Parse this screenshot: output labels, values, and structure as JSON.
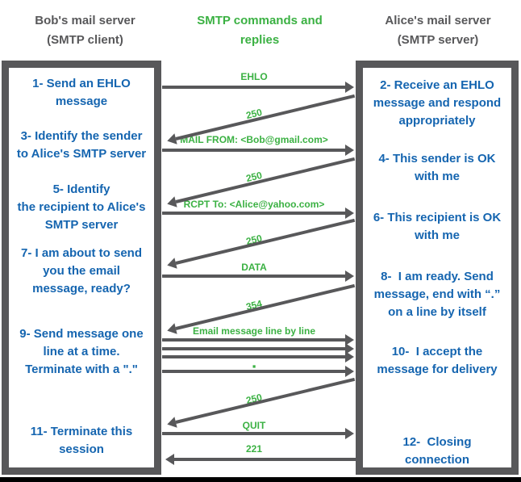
{
  "colors": {
    "blue": "#1565b0",
    "green": "#3bb143",
    "gray": "#58585a",
    "black": "#000000"
  },
  "header": {
    "client": "Bob's mail server\n(SMTP client)",
    "legend": "SMTP commands and\nreplies",
    "server": "Alice's mail server\n(SMTP server)"
  },
  "client_steps": [
    {
      "text": "1- Send an EHLO\nmessage"
    },
    {
      "text": "3- Identify the sender\nto Alice's SMTP server"
    },
    {
      "text": "5- Identify\nthe recipient to Alice's\nSMTP server"
    },
    {
      "text": "7- I am about to send\nyou the email\nmessage, ready?"
    },
    {
      "text": "9- Send message one\nline at a time.\nTerminate with a \".\""
    },
    {
      "text": "11- Terminate this\nsession"
    }
  ],
  "server_steps": [
    {
      "text": "2- Receive an EHLO\nmessage and respond\nappropriately"
    },
    {
      "text": "4- This sender is OK\nwith me"
    },
    {
      "text": "6- This recipient is OK\nwith me"
    },
    {
      "text": "8-  I am ready. Send\nmessage, end with “.”\non a line by itself"
    },
    {
      "text": "10-  I accept the\nmessage for delivery"
    },
    {
      "text": "12-  Closing\nconnection"
    }
  ],
  "messages": [
    {
      "label": "EHLO",
      "direction": "client-to-server"
    },
    {
      "label": "250",
      "direction": "server-to-client"
    },
    {
      "label": "MAIL FROM: <Bob@gmail.com>",
      "direction": "client-to-server"
    },
    {
      "label": "250",
      "direction": "server-to-client"
    },
    {
      "label": "RCPT To: <Alice@yahoo.com>",
      "direction": "client-to-server"
    },
    {
      "label": "250",
      "direction": "server-to-client"
    },
    {
      "label": "DATA",
      "direction": "client-to-server"
    },
    {
      "label": "354",
      "direction": "server-to-client"
    },
    {
      "label": "Email message line by line",
      "direction": "client-to-server",
      "arrow_count": 3
    },
    {
      "label": "▪",
      "direction": "client-to-server"
    },
    {
      "label": "250",
      "direction": "server-to-client"
    },
    {
      "label": "QUIT",
      "direction": "client-to-server"
    },
    {
      "label": "221",
      "direction": "server-to-client"
    }
  ]
}
